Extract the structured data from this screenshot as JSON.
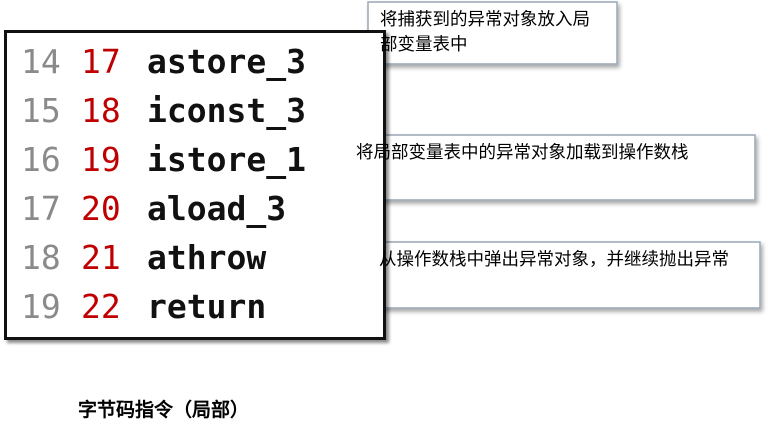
{
  "code_lines": [
    {
      "line": "14",
      "offset": "17",
      "instruction": "astore_3"
    },
    {
      "line": "15",
      "offset": "18",
      "instruction": "iconst_3"
    },
    {
      "line": "16",
      "offset": "19",
      "instruction": "istore_1"
    },
    {
      "line": "17",
      "offset": "20",
      "instruction": "aload_3"
    },
    {
      "line": "18",
      "offset": "21",
      "instruction": "athrow"
    },
    {
      "line": "19",
      "offset": "22",
      "instruction": "return"
    }
  ],
  "callouts": [
    {
      "text": "将捕获到的异常对象放入局部变量表中"
    },
    {
      "text": "将局部变量表中的异常对象加载到操作数栈"
    },
    {
      "text": "从操作数栈中弹出异常对象，并继续抛出异常"
    }
  ],
  "caption": "字节码指令（局部）",
  "colors": {
    "line_number": "#8a8a8a",
    "offset": "#c00000",
    "instruction": "#111111",
    "callout_border": "#9aa7b5"
  }
}
